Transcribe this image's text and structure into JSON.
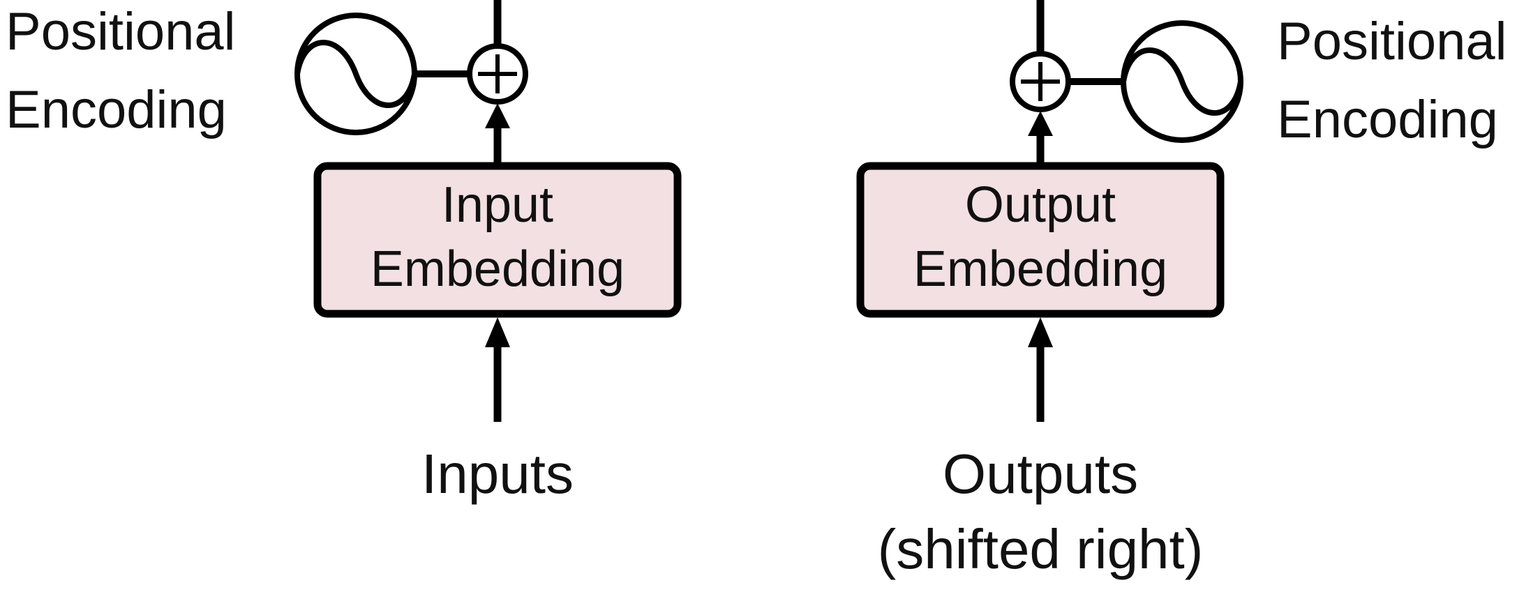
{
  "colors": {
    "embedding_fill": "#f3e0e2",
    "stroke": "#000000",
    "text": "#111111"
  },
  "encoder": {
    "positional_encoding": {
      "line1": "Positional",
      "line2": "Encoding",
      "icon": "sine-wave-icon"
    },
    "add_icon": "circle-plus-icon",
    "embedding": {
      "line1": "Input",
      "line2": "Embedding"
    },
    "input_label": "Inputs"
  },
  "decoder": {
    "positional_encoding": {
      "line1": "Positional",
      "line2": "Encoding",
      "icon": "sine-wave-icon"
    },
    "add_icon": "circle-plus-icon",
    "embedding": {
      "line1": "Output",
      "line2": "Embedding"
    },
    "input_label_line1": "Outputs",
    "input_label_line2": "(shifted right)"
  }
}
